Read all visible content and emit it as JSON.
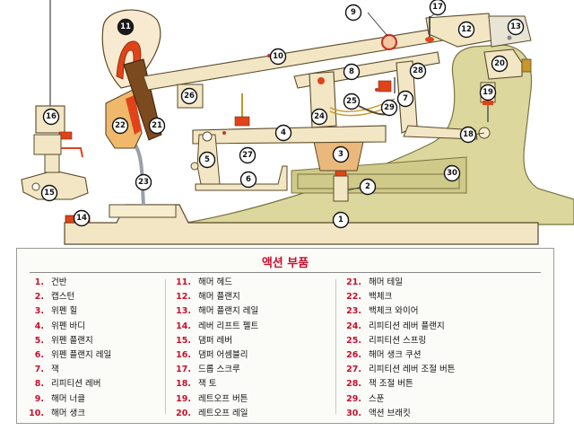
{
  "legend": {
    "title": "액션 부품",
    "parts": [
      {
        "num": "1.",
        "name": "건반"
      },
      {
        "num": "2.",
        "name": "캡스턴"
      },
      {
        "num": "3.",
        "name": "위펜 힐"
      },
      {
        "num": "4.",
        "name": "위펜 바디"
      },
      {
        "num": "5.",
        "name": "위펜 플랜지"
      },
      {
        "num": "6.",
        "name": "위펜 플랜지 레일"
      },
      {
        "num": "7.",
        "name": "잭"
      },
      {
        "num": "8.",
        "name": "리피티션 레버"
      },
      {
        "num": "9.",
        "name": "해머 너클"
      },
      {
        "num": "10.",
        "name": "해머 생크"
      },
      {
        "num": "11.",
        "name": "해머 헤드"
      },
      {
        "num": "12.",
        "name": "해머 플랜지"
      },
      {
        "num": "13.",
        "name": "해머 플랜지 레일"
      },
      {
        "num": "14.",
        "name": "레버 리프트 펠트"
      },
      {
        "num": "15.",
        "name": "댐퍼 레버"
      },
      {
        "num": "16.",
        "name": "댐퍼 어셈블리"
      },
      {
        "num": "17.",
        "name": "드롭 스크루"
      },
      {
        "num": "18.",
        "name": "잭 토"
      },
      {
        "num": "19.",
        "name": "레트오프 버튼"
      },
      {
        "num": "20.",
        "name": "레트오프 레일"
      },
      {
        "num": "21.",
        "name": "해머 테일"
      },
      {
        "num": "22.",
        "name": "백체크"
      },
      {
        "num": "23.",
        "name": "백체크 와이어"
      },
      {
        "num": "24.",
        "name": "리피티션 레버 플랜지"
      },
      {
        "num": "25.",
        "name": "리피티션 스프링"
      },
      {
        "num": "26.",
        "name": "해머 생크 쿠션"
      },
      {
        "num": "27.",
        "name": "리피티션 레버 조절 버튼"
      },
      {
        "num": "28.",
        "name": "잭 조절 버튼"
      },
      {
        "num": "29.",
        "name": "스푼"
      },
      {
        "num": "30.",
        "name": "액션 브래킷"
      }
    ]
  },
  "callouts": [
    "1",
    "2",
    "3",
    "4",
    "5",
    "6",
    "7",
    "8",
    "9",
    "10",
    "11",
    "12",
    "13",
    "14",
    "15",
    "16",
    "17",
    "18",
    "19",
    "20",
    "21",
    "22",
    "23",
    "24",
    "25",
    "26",
    "27",
    "28",
    "29",
    "30"
  ],
  "colors": {
    "bracket_fill": "#dcd79c",
    "bracket_stroke": "#7a7440",
    "part_fill": "#f2e6c4",
    "part_stroke": "#5a4a2a",
    "felt_red": "#e0431a",
    "hammer_brown": "#7b4a1e",
    "legend_accent": "#c8102e"
  }
}
